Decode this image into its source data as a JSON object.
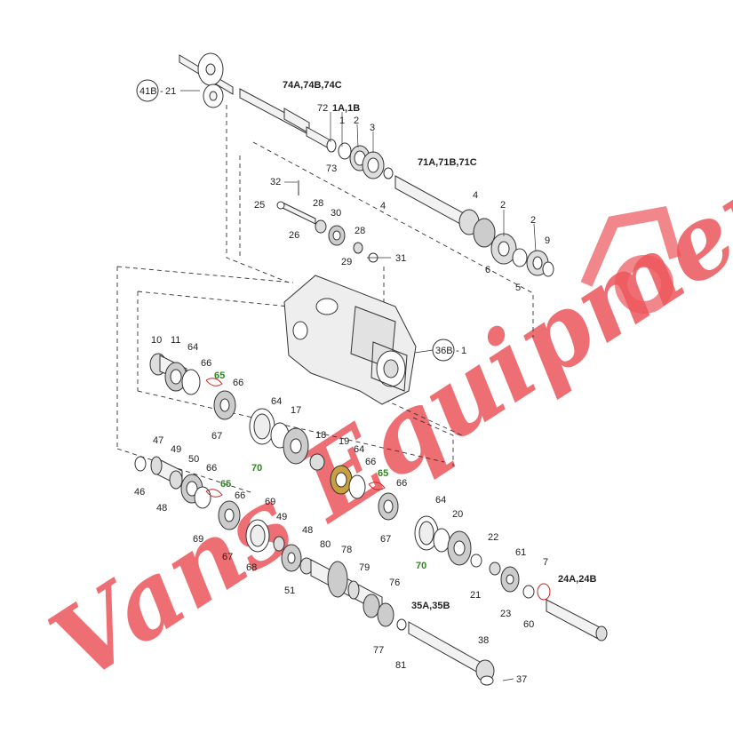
{
  "watermark": {
    "text": "Vans Equipment",
    "color": "#e8383d"
  },
  "colors": {
    "line": "#333333",
    "part_fill": "#f2f2f2",
    "green_label": "#2a8a1a"
  },
  "callouts": {
    "c41b": "41B",
    "c41b_part": "21",
    "c36b": "36B",
    "c36b_part": "1"
  },
  "labels": {
    "l74": "74A,74B,74C",
    "l72": "72",
    "l1a": "1A,1B",
    "l1": "1",
    "l2a": "2",
    "l3": "3",
    "l73": "73",
    "l4a": "4",
    "l71": "71A,71B,71C",
    "l32": "32",
    "l25": "25",
    "l28a": "28",
    "l30": "30",
    "l26": "26",
    "l28b": "28",
    "l29": "29",
    "l31": "31",
    "l4b": "4",
    "l2b": "2",
    "l2c": "2",
    "l9": "9",
    "l6a": "6",
    "l5": "5",
    "l10": "10",
    "l11": "11",
    "l64a": "64",
    "l66a": "66",
    "l65a": "65",
    "l66b": "66",
    "l67a": "67",
    "l64b": "64",
    "l17": "17",
    "l70a": "70",
    "l18": "18",
    "l19": "19",
    "l64c": "64",
    "l66c": "66",
    "l65b": "65",
    "l66d": "66",
    "l67b": "67",
    "l64d": "64",
    "l20": "20",
    "l70b": "70",
    "l22": "22",
    "l61": "61",
    "l7": "7",
    "l21": "21",
    "l23": "23",
    "l60": "60",
    "l24": "24A,24B",
    "l47": "47",
    "l49a": "49",
    "l50": "50",
    "l66e": "66",
    "l46": "46",
    "l48a": "48",
    "l65c": "65",
    "l66f": "66",
    "l69a": "69",
    "l67c": "67",
    "l69b": "69",
    "l49b": "49",
    "l48b": "48",
    "l68": "68",
    "l51": "51",
    "l80": "80",
    "l78": "78",
    "l79": "79",
    "l76": "76",
    "l35": "35A,35B",
    "l77": "77",
    "l81": "81",
    "l38": "38",
    "l37": "37"
  }
}
